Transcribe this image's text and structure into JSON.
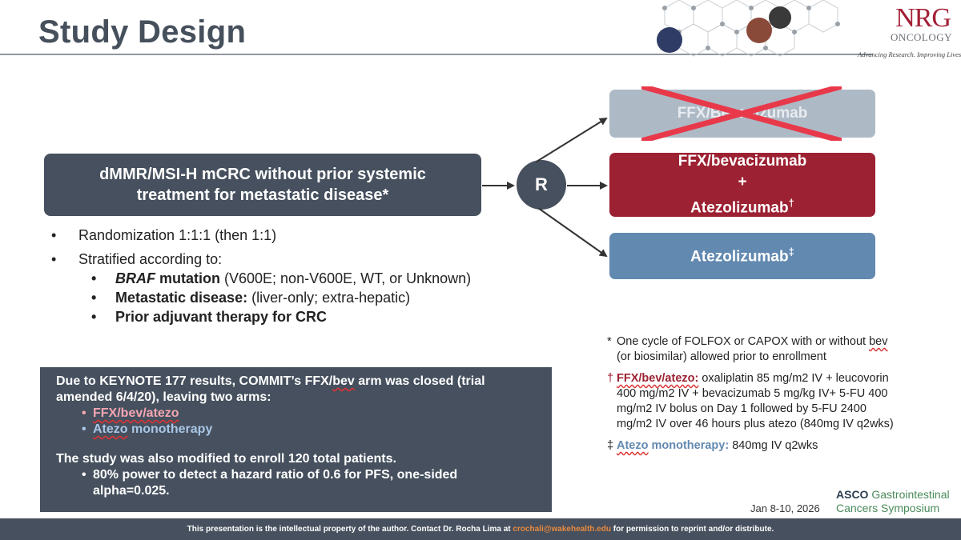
{
  "header": {
    "title": "Study Design",
    "logo_name": "NRG",
    "logo_sub": "ONCOLOGY",
    "logo_tagline": "Advancing Research. Improving Lives.",
    "logo_tm": "™"
  },
  "population": {
    "text": "dMMR/MSI-H mCRC without prior systemic treatment for metastatic disease*"
  },
  "randomization": {
    "label": "R"
  },
  "arms": [
    {
      "label": "FFX/Bevacizumab",
      "status": "closed"
    },
    {
      "line1": "FFX/bevacizumab",
      "line2": "+",
      "line3": "Atezolizumab",
      "mark": "†"
    },
    {
      "label": "Atezolizumab",
      "mark": "‡"
    }
  ],
  "bullets": {
    "randomization": "Randomization 1:1:1 (then 1:1)",
    "stratified": "Stratified according to:",
    "factors": [
      {
        "bold": "BRAF",
        "bold2": " mutation",
        "rest": " (V600E; non-V600E, WT, or Unknown)"
      },
      {
        "bold": "Metastatic disease:",
        "rest": " (liver-only; extra-hepatic)"
      },
      {
        "bold": "Prior adjuvant therapy for CRC"
      }
    ]
  },
  "notes": {
    "n1_sym": "*",
    "n1_text": "One cycle of FOLFOX or CAPOX with or without",
    "n1_bev": "bev",
    "n1_rest": " (or biosimilar) allowed prior to enrollment",
    "n2_sym": "†",
    "n2_label": "FFX/bev/atezo:",
    "n2_text": " oxaliplatin 85 mg/m2 IV + leucovorin 400 mg/m2  IV + bevacizumab 5 mg/kg IV+ 5-FU 400 mg/m2 IV bolus on Day 1 followed by 5-FU 2400 mg/m2 IV over 46 hours plus atezo (840mg IV q2wks)",
    "n3_sym": "‡",
    "n3_atezo": "Atezo",
    "n3_label": " monotherapy:",
    "n3_text": " 840mg IV q2wks"
  },
  "closure": {
    "p1_a": "Due to KEYNOTE 177 results, COMMIT’s FFX/",
    "p1_bev": "bev",
    "p1_b": " arm was closed (trial amended 6/4/20), leaving two arms:",
    "arm1": "FFX/bev/atezo",
    "arm2_a": "Atezo",
    "arm2_b": " monotherapy",
    "p2": "The study was also modified to enroll 120 total patients.",
    "power": "80% power to detect a hazard ratio of 0.6 for PFS, one-sided alpha=0.025."
  },
  "meeting": {
    "date": "Jan 8-10, 2026",
    "asco": "ASCO",
    "name1": " Gastrointestinal",
    "name2": "Cancers Symposium"
  },
  "footer": {
    "pre": "This presentation is the intellectual property of the author.  Contact Dr. Rocha Lima at ",
    "email": "crochali@wakehealth.edu",
    "post": " for permission to reprint and/or distribute."
  },
  "colors": {
    "slate": "#46505e",
    "arm_closed": "#aeb9c6",
    "arm_combo": "#9c2132",
    "arm_mono": "#6289b0",
    "cross": "#e8394a"
  }
}
